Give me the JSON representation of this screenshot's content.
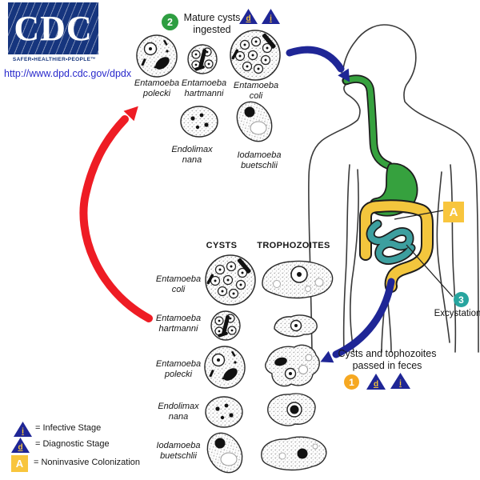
{
  "logo": {
    "text": "CDC",
    "tagline": "SAFER•HEALTHIER•PEOPLE™",
    "url": "http://www.dpd.cdc.gov/dpdx"
  },
  "steps": {
    "ingested": {
      "number": "2",
      "label": "Mature cysts\ningested"
    },
    "excystation": {
      "number": "3",
      "label": "Excystation"
    },
    "passed": {
      "number": "1",
      "label": "Cysts and tophozoites\npassed in feces"
    }
  },
  "badges": {
    "diagnostic": "d",
    "infective": "i",
    "colonization": "A"
  },
  "ingested_cysts": {
    "row1": [
      "Entamoeba\npolecki",
      "Entamoeba\nhartmanni",
      "Entamoeba\ncoli"
    ],
    "row2": [
      "Endolimax\nnana",
      "Iodamoeba\nbuetschlii"
    ]
  },
  "stage_table": {
    "headers": [
      "CYSTS",
      "TROPHOZOITES"
    ],
    "rows": [
      "Entamoeba\ncoli",
      "Entamoeba\nhartmanni",
      "Entamoeba\npolecki",
      "Endolimax\nnana",
      "Iodamoeba\nbuetschlii"
    ]
  },
  "legend": [
    {
      "symbol": "i",
      "label": "= Infective Stage"
    },
    {
      "symbol": "d",
      "label": "= Diagnostic Stage"
    },
    {
      "symbol": "A",
      "label": "= Noninvasive Colonization"
    }
  ],
  "colors": {
    "navy": "#1f2696",
    "logo_blue": "#16357e",
    "link_blue": "#2a2acc",
    "red": "#ee1c24",
    "green": "#2e9e41",
    "teal": "#27a59f",
    "amber": "#f6a821",
    "yellow": "#f8c53d",
    "esophagus_green": "#36a13e",
    "intestine_teal": "#3d9f9f",
    "colon_yellow": "#f3c63d"
  }
}
